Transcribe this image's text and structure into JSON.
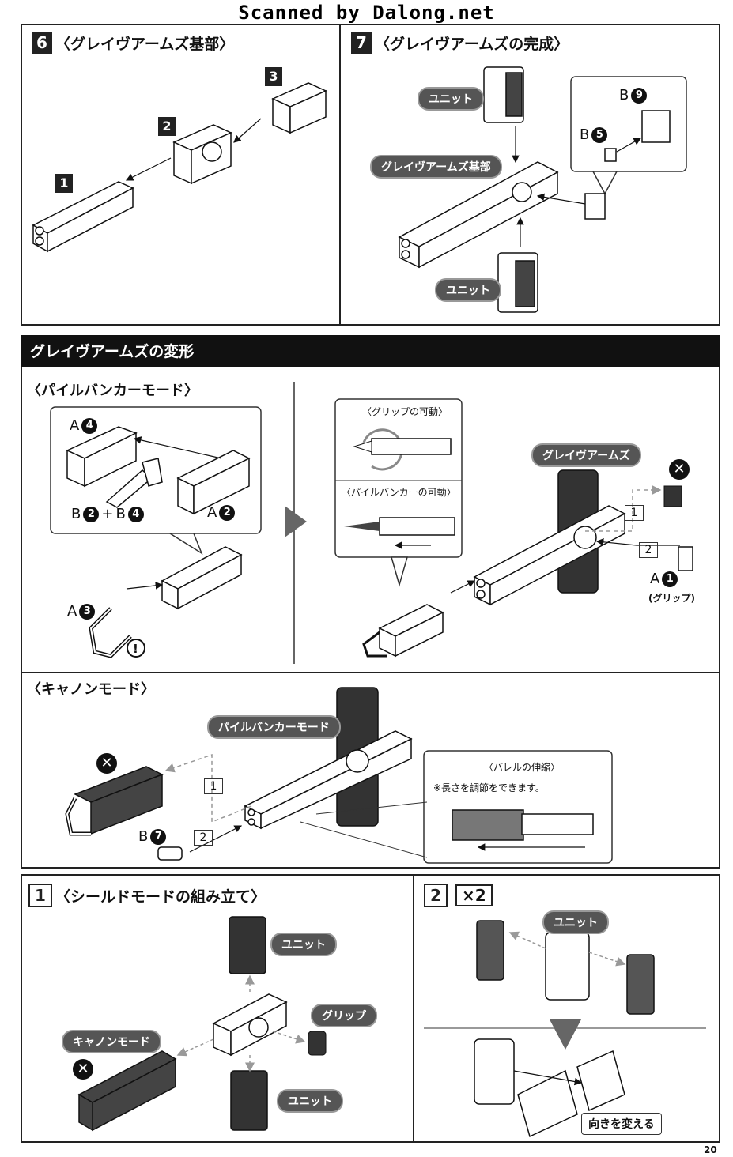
{
  "watermark": "Scanned by Dalong.net",
  "step6": {
    "num": "6",
    "title": "〈グレイヴアームズ基部〉",
    "parts": [
      "1",
      "2",
      "3"
    ]
  },
  "step7": {
    "num": "7",
    "title": "〈グレイヴアームズの完成〉",
    "unit_top": "ユニット",
    "base_label": "グレイヴアームズ基部",
    "unit_bottom": "ユニット",
    "b9_letter": "B",
    "b9_num": "9",
    "b5_letter": "B",
    "b5_num": "5"
  },
  "transform": {
    "header": "グレイヴアームズの変形",
    "pile": {
      "title": "〈パイルバンカーモード〉",
      "a4_letter": "A",
      "a4_num": "4",
      "b2b4": {
        "b": "B",
        "n1": "2",
        "plus": "+",
        "b2": "B",
        "n2": "4"
      },
      "a2_letter": "A",
      "a2_num": "2",
      "a3_letter": "A",
      "a3_num": "3",
      "grip_move": "〈グリップの可動〉",
      "pile_move": "〈パイルバンカーの可動〉",
      "arms_label": "グレイヴアームズ",
      "c1": "1",
      "c2": "2",
      "a1_letter": "A",
      "a1_num": "1",
      "grip_note": "(グリップ)"
    },
    "cannon": {
      "title": "〈キャノンモード〉",
      "pile_label": "パイルバンカーモード",
      "c1": "1",
      "c2": "2",
      "b7_letter": "B",
      "b7_num": "7",
      "barrel_title": "〈バレルの伸縮〉",
      "barrel_note": "※長さを調節をできます。"
    }
  },
  "shield1": {
    "num": "1",
    "title": "〈シールドモードの組み立て〉",
    "unit_top": "ユニット",
    "grip": "グリップ",
    "cannon": "キャノンモード",
    "unit_bottom": "ユニット"
  },
  "shield2": {
    "num": "2",
    "times": "×2",
    "unit": "ユニット",
    "reverse": "向きを変える"
  },
  "page_number": "20"
}
